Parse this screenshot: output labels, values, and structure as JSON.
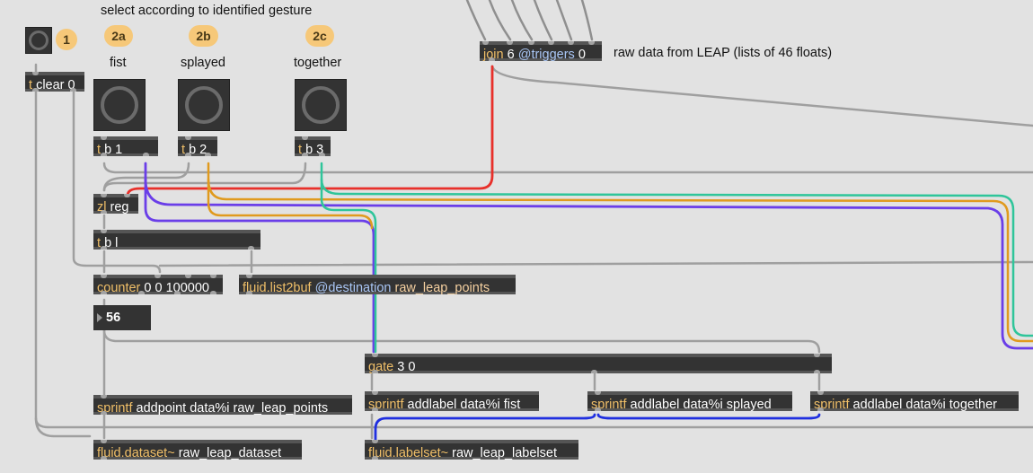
{
  "comments": {
    "select": "select according to identified gesture",
    "fist": "fist",
    "splayed": "splayed",
    "together": "together",
    "raw_data": "raw data from LEAP (lists of 46 floats)"
  },
  "badges": {
    "b1": "1",
    "b2a": "2a",
    "b2b": "2b",
    "b2c": "2c"
  },
  "objects": {
    "t_clear": {
      "cls": "t",
      "args": "clear 0"
    },
    "tb1": {
      "cls": "t",
      "args": "b 1"
    },
    "tb2": {
      "cls": "t",
      "args": "b 2"
    },
    "tb3": {
      "cls": "t",
      "args": "b 3"
    },
    "join": {
      "cls": "join",
      "arg1": "6",
      "attr": "@triggers",
      "arg2": "0"
    },
    "zl": {
      "cls": "zl",
      "args": "reg"
    },
    "tbl": {
      "cls": "t",
      "args": "b l"
    },
    "counter": {
      "cls": "counter",
      "args": "0 0 100000"
    },
    "list2buf": {
      "cls": "fluid.list2buf",
      "attr": "@destination",
      "args": "raw_leap_points"
    },
    "gate": {
      "cls": "gate",
      "args": "3 0"
    },
    "sp_point": {
      "cls": "sprintf",
      "args": "addpoint data%i raw_leap_points"
    },
    "sp_fist": {
      "cls": "sprintf",
      "args": "addlabel data%i fist"
    },
    "sp_splayed": {
      "cls": "sprintf",
      "args": "addlabel data%i splayed"
    },
    "sp_together": {
      "cls": "sprintf",
      "args": "addlabel data%i together"
    },
    "dataset": {
      "cls": "fluid.dataset~",
      "args": "raw_leap_dataset"
    },
    "labelset": {
      "cls": "fluid.labelset~",
      "args": "raw_leap_labelset"
    }
  },
  "number_box": {
    "value": "56"
  },
  "colors": {
    "background": "#e2e2e2",
    "object_bg": "#333333",
    "class_text": "#f0bf68",
    "attribute_text": "#a9c6f5",
    "badge": "#f6c879",
    "cable_red": "#e8302a",
    "cable_purple": "#6a3ee8",
    "cable_orange": "#e09a1e",
    "cable_teal": "#2fc59a",
    "cable_blue": "#1f2fe0",
    "cable_gray": "#9a9a9a"
  }
}
